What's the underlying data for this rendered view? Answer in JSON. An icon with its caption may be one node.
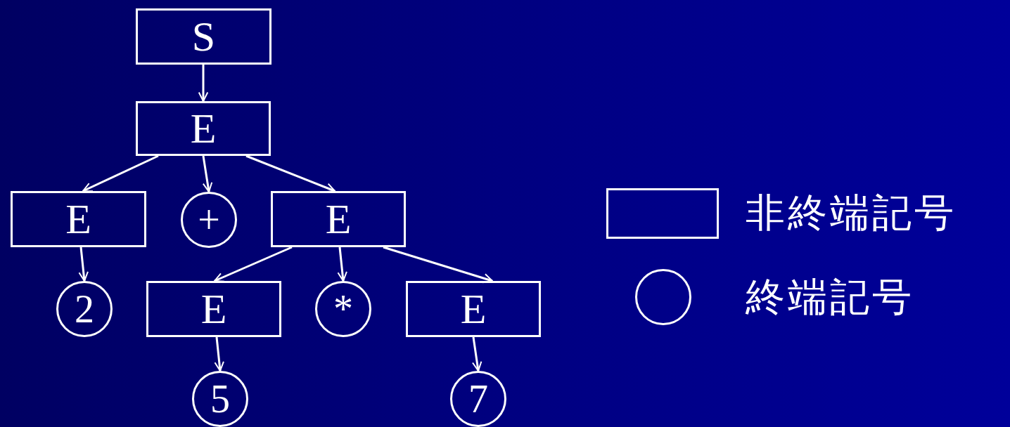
{
  "diagram": {
    "nodes": [
      {
        "text": [
          "S"
        ]
      },
      {
        "text": [
          "E"
        ]
      },
      {
        "text": [
          "E"
        ]
      },
      {
        "text": [
          "+"
        ]
      },
      {
        "text": [
          "E"
        ]
      },
      {
        "text": [
          "2"
        ]
      },
      {
        "text": [
          "E"
        ]
      },
      {
        "text": [
          "*"
        ]
      },
      {
        "text": [
          "E"
        ]
      },
      {
        "text": [
          "5"
        ]
      },
      {
        "text": [
          "7"
        ]
      }
    ],
    "edges": [
      {
        "from": 0,
        "to": 1,
        "arrow": "to"
      },
      {
        "from": 1,
        "to": 2,
        "arrow": "to"
      },
      {
        "from": 1,
        "to": 3,
        "arrow": "to"
      },
      {
        "from": 1,
        "to": 4,
        "arrow": "to"
      },
      {
        "from": 2,
        "to": 5,
        "arrow": "to"
      },
      {
        "from": 4,
        "to": 6,
        "arrow": "to"
      },
      {
        "from": 4,
        "to": 7,
        "arrow": "to"
      },
      {
        "from": 4,
        "to": 8,
        "arrow": "to"
      },
      {
        "from": 6,
        "to": 9,
        "arrow": "to"
      },
      {
        "from": 8,
        "to": 10,
        "arrow": "to"
      }
    ],
    "legend": [
      {
        "text": "非終端記号"
      },
      {
        "text": "終端記号"
      }
    ]
  }
}
